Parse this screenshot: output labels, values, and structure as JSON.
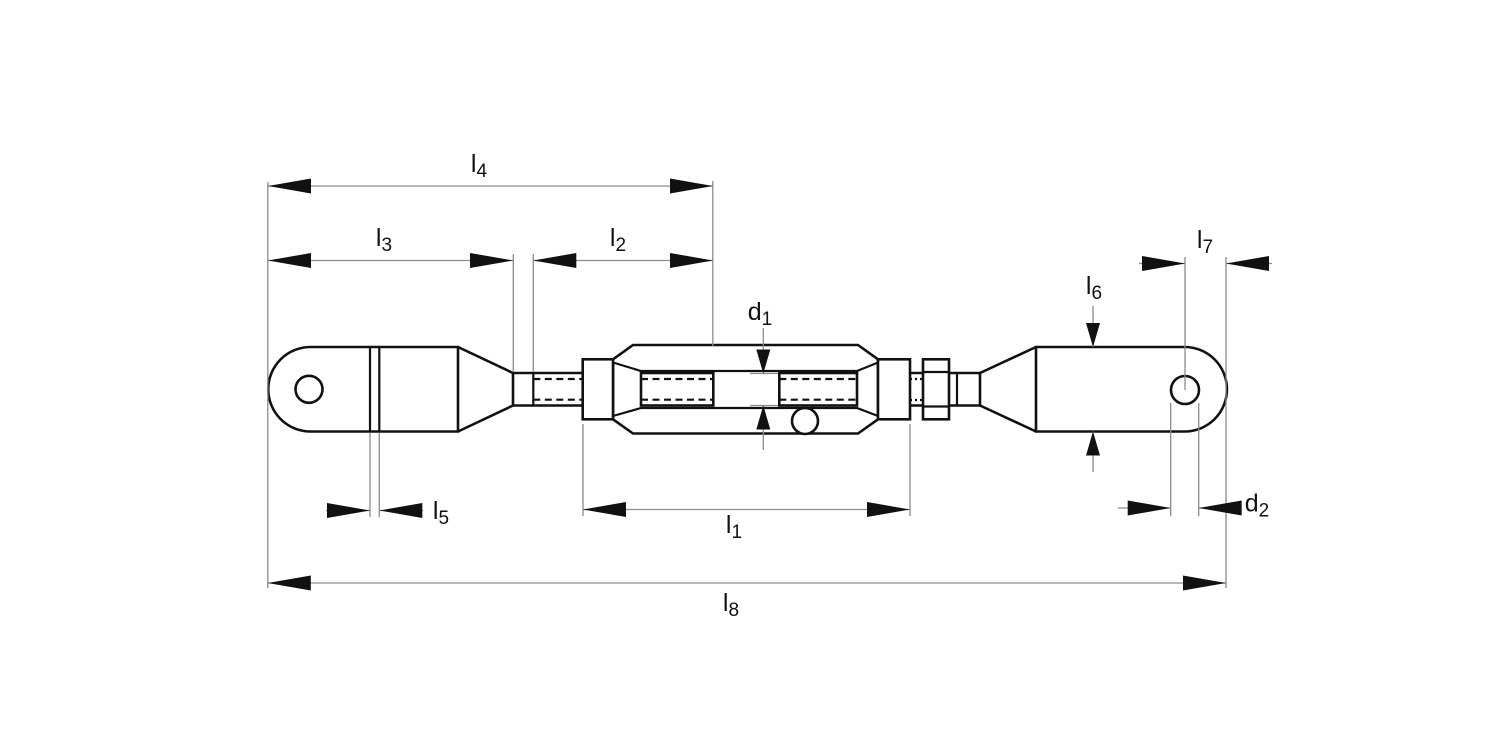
{
  "diagram": {
    "type": "technical-drawing",
    "subject": "turnbuckle-with-welded-eye-ends",
    "background_color": "#ffffff",
    "colors": {
      "part_line": "#111111",
      "dimension_line": "#8c8c8c",
      "arrowhead": "#111111",
      "label_text": "#111111"
    },
    "dimensions": {
      "l1": {
        "base": "l",
        "sub": "1"
      },
      "l2": {
        "base": "l",
        "sub": "2"
      },
      "l3": {
        "base": "l",
        "sub": "3"
      },
      "l4": {
        "base": "l",
        "sub": "4"
      },
      "l5": {
        "base": "l",
        "sub": "5"
      },
      "l6": {
        "base": "l",
        "sub": "6"
      },
      "l7": {
        "base": "l",
        "sub": "7"
      },
      "l8": {
        "base": "l",
        "sub": "8"
      },
      "d1": {
        "base": "d",
        "sub": "1"
      },
      "d2": {
        "base": "d",
        "sub": "2"
      }
    }
  }
}
